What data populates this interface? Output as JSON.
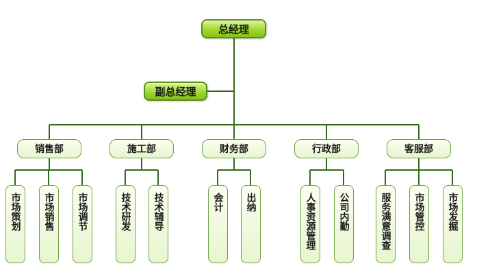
{
  "gm": "总经理",
  "vgm": "副总经理",
  "colors": {
    "line": "#2f6b1a",
    "exec_border": "#5c8f12",
    "dept_border": "#6fa040"
  },
  "departments": [
    {
      "name": "销售部",
      "teams": [
        "市场策划",
        "市场销售",
        "市场调节"
      ]
    },
    {
      "name": "施工部",
      "teams": [
        "技术研发",
        "技术辅导"
      ]
    },
    {
      "name": "财务部",
      "teams": [
        "会计",
        "出纳"
      ]
    },
    {
      "name": "行政部",
      "teams": [
        "人事资源管理",
        "公司内勤"
      ]
    },
    {
      "name": "客服部",
      "teams": [
        "服务满意调查",
        "市场管控",
        "市场发掘"
      ]
    }
  ]
}
